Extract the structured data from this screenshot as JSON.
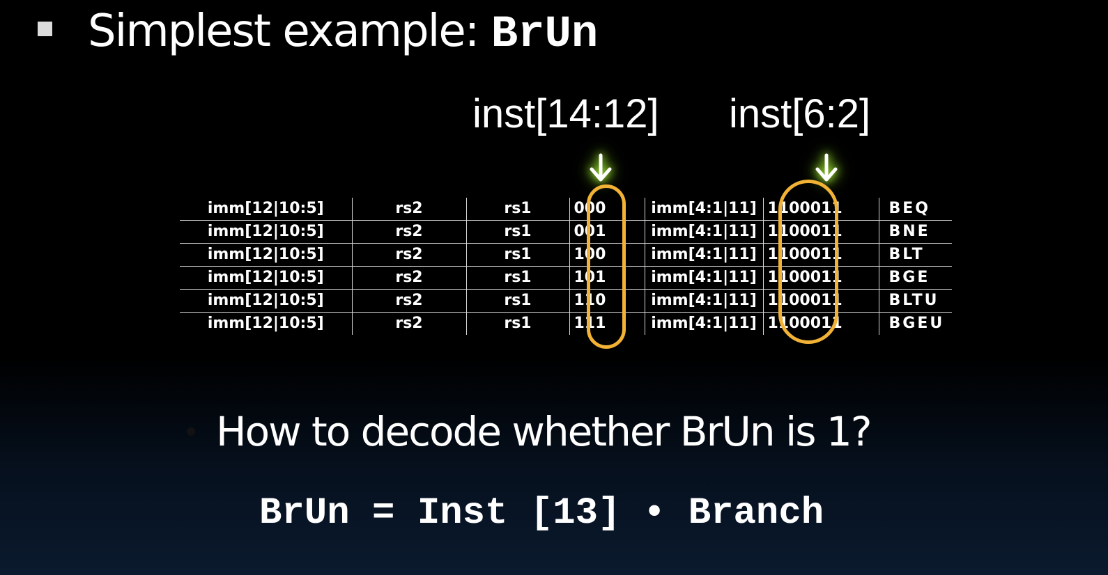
{
  "slide": {
    "title_prefix": "Simplest example: ",
    "title_code": "BrUn",
    "field_labels": {
      "funct3": "inst[14:12]",
      "opcode": "inst[6:2]"
    },
    "encoding_rows": [
      {
        "imm_hi": "imm[12|10:5]",
        "rs2": "rs2",
        "rs1": "rs1",
        "funct3": "000",
        "imm_lo": "imm[4:1|11]",
        "opcode": "1100011",
        "name": "BEQ"
      },
      {
        "imm_hi": "imm[12|10:5]",
        "rs2": "rs2",
        "rs1": "rs1",
        "funct3": "001",
        "imm_lo": "imm[4:1|11]",
        "opcode": "1100011",
        "name": "BNE"
      },
      {
        "imm_hi": "imm[12|10:5]",
        "rs2": "rs2",
        "rs1": "rs1",
        "funct3": "100",
        "imm_lo": "imm[4:1|11]",
        "opcode": "1100011",
        "name": "BLT"
      },
      {
        "imm_hi": "imm[12|10:5]",
        "rs2": "rs2",
        "rs1": "rs1",
        "funct3": "101",
        "imm_lo": "imm[4:1|11]",
        "opcode": "1100011",
        "name": "BGE"
      },
      {
        "imm_hi": "imm[12|10:5]",
        "rs2": "rs2",
        "rs1": "rs1",
        "funct3": "110",
        "imm_lo": "imm[4:1|11]",
        "opcode": "1100011",
        "name": "BLTU"
      },
      {
        "imm_hi": "imm[12|10:5]",
        "rs2": "rs2",
        "rs1": "rs1",
        "funct3": "111",
        "imm_lo": "imm[4:1|11]",
        "opcode": "1100011",
        "name": "BGEU"
      }
    ],
    "question": "How to decode whether BrUn is 1?",
    "formula": "BrUn = Inst [13] • Branch"
  },
  "colors": {
    "background": "#000000",
    "text": "#ffffff",
    "highlight_oval": "#f2b235",
    "arrow_glow": "#a6e838"
  },
  "icons": {
    "bullet": "square-bullet-icon",
    "arrow": "arrow-down-icon"
  }
}
